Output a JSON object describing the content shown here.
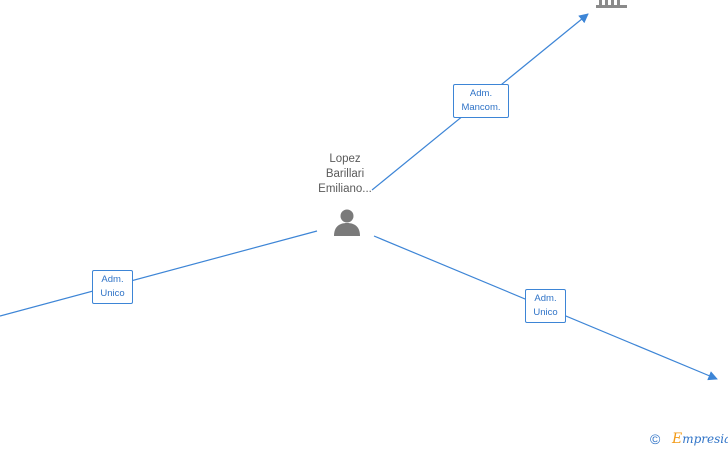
{
  "person": {
    "name_lines": [
      "Lopez",
      "Barillari",
      "Emiliano..."
    ],
    "icon": "person-icon"
  },
  "edges": [
    {
      "role_lines": [
        "Adm.",
        "Mancom."
      ]
    },
    {
      "role_lines": [
        "Adm.",
        "Unico"
      ]
    },
    {
      "role_lines": [
        "Adm.",
        "Unico"
      ]
    }
  ],
  "company_node": {
    "icon": "building-icon"
  },
  "footer": {
    "copyright_symbol": "©",
    "brand_initial": "E",
    "brand_rest": "mpresia"
  },
  "colors": {
    "edge": "#3d85d6",
    "label_text": "#2f73c7",
    "icon": "#7a7a7a",
    "brand_accent": "#f29a16"
  }
}
